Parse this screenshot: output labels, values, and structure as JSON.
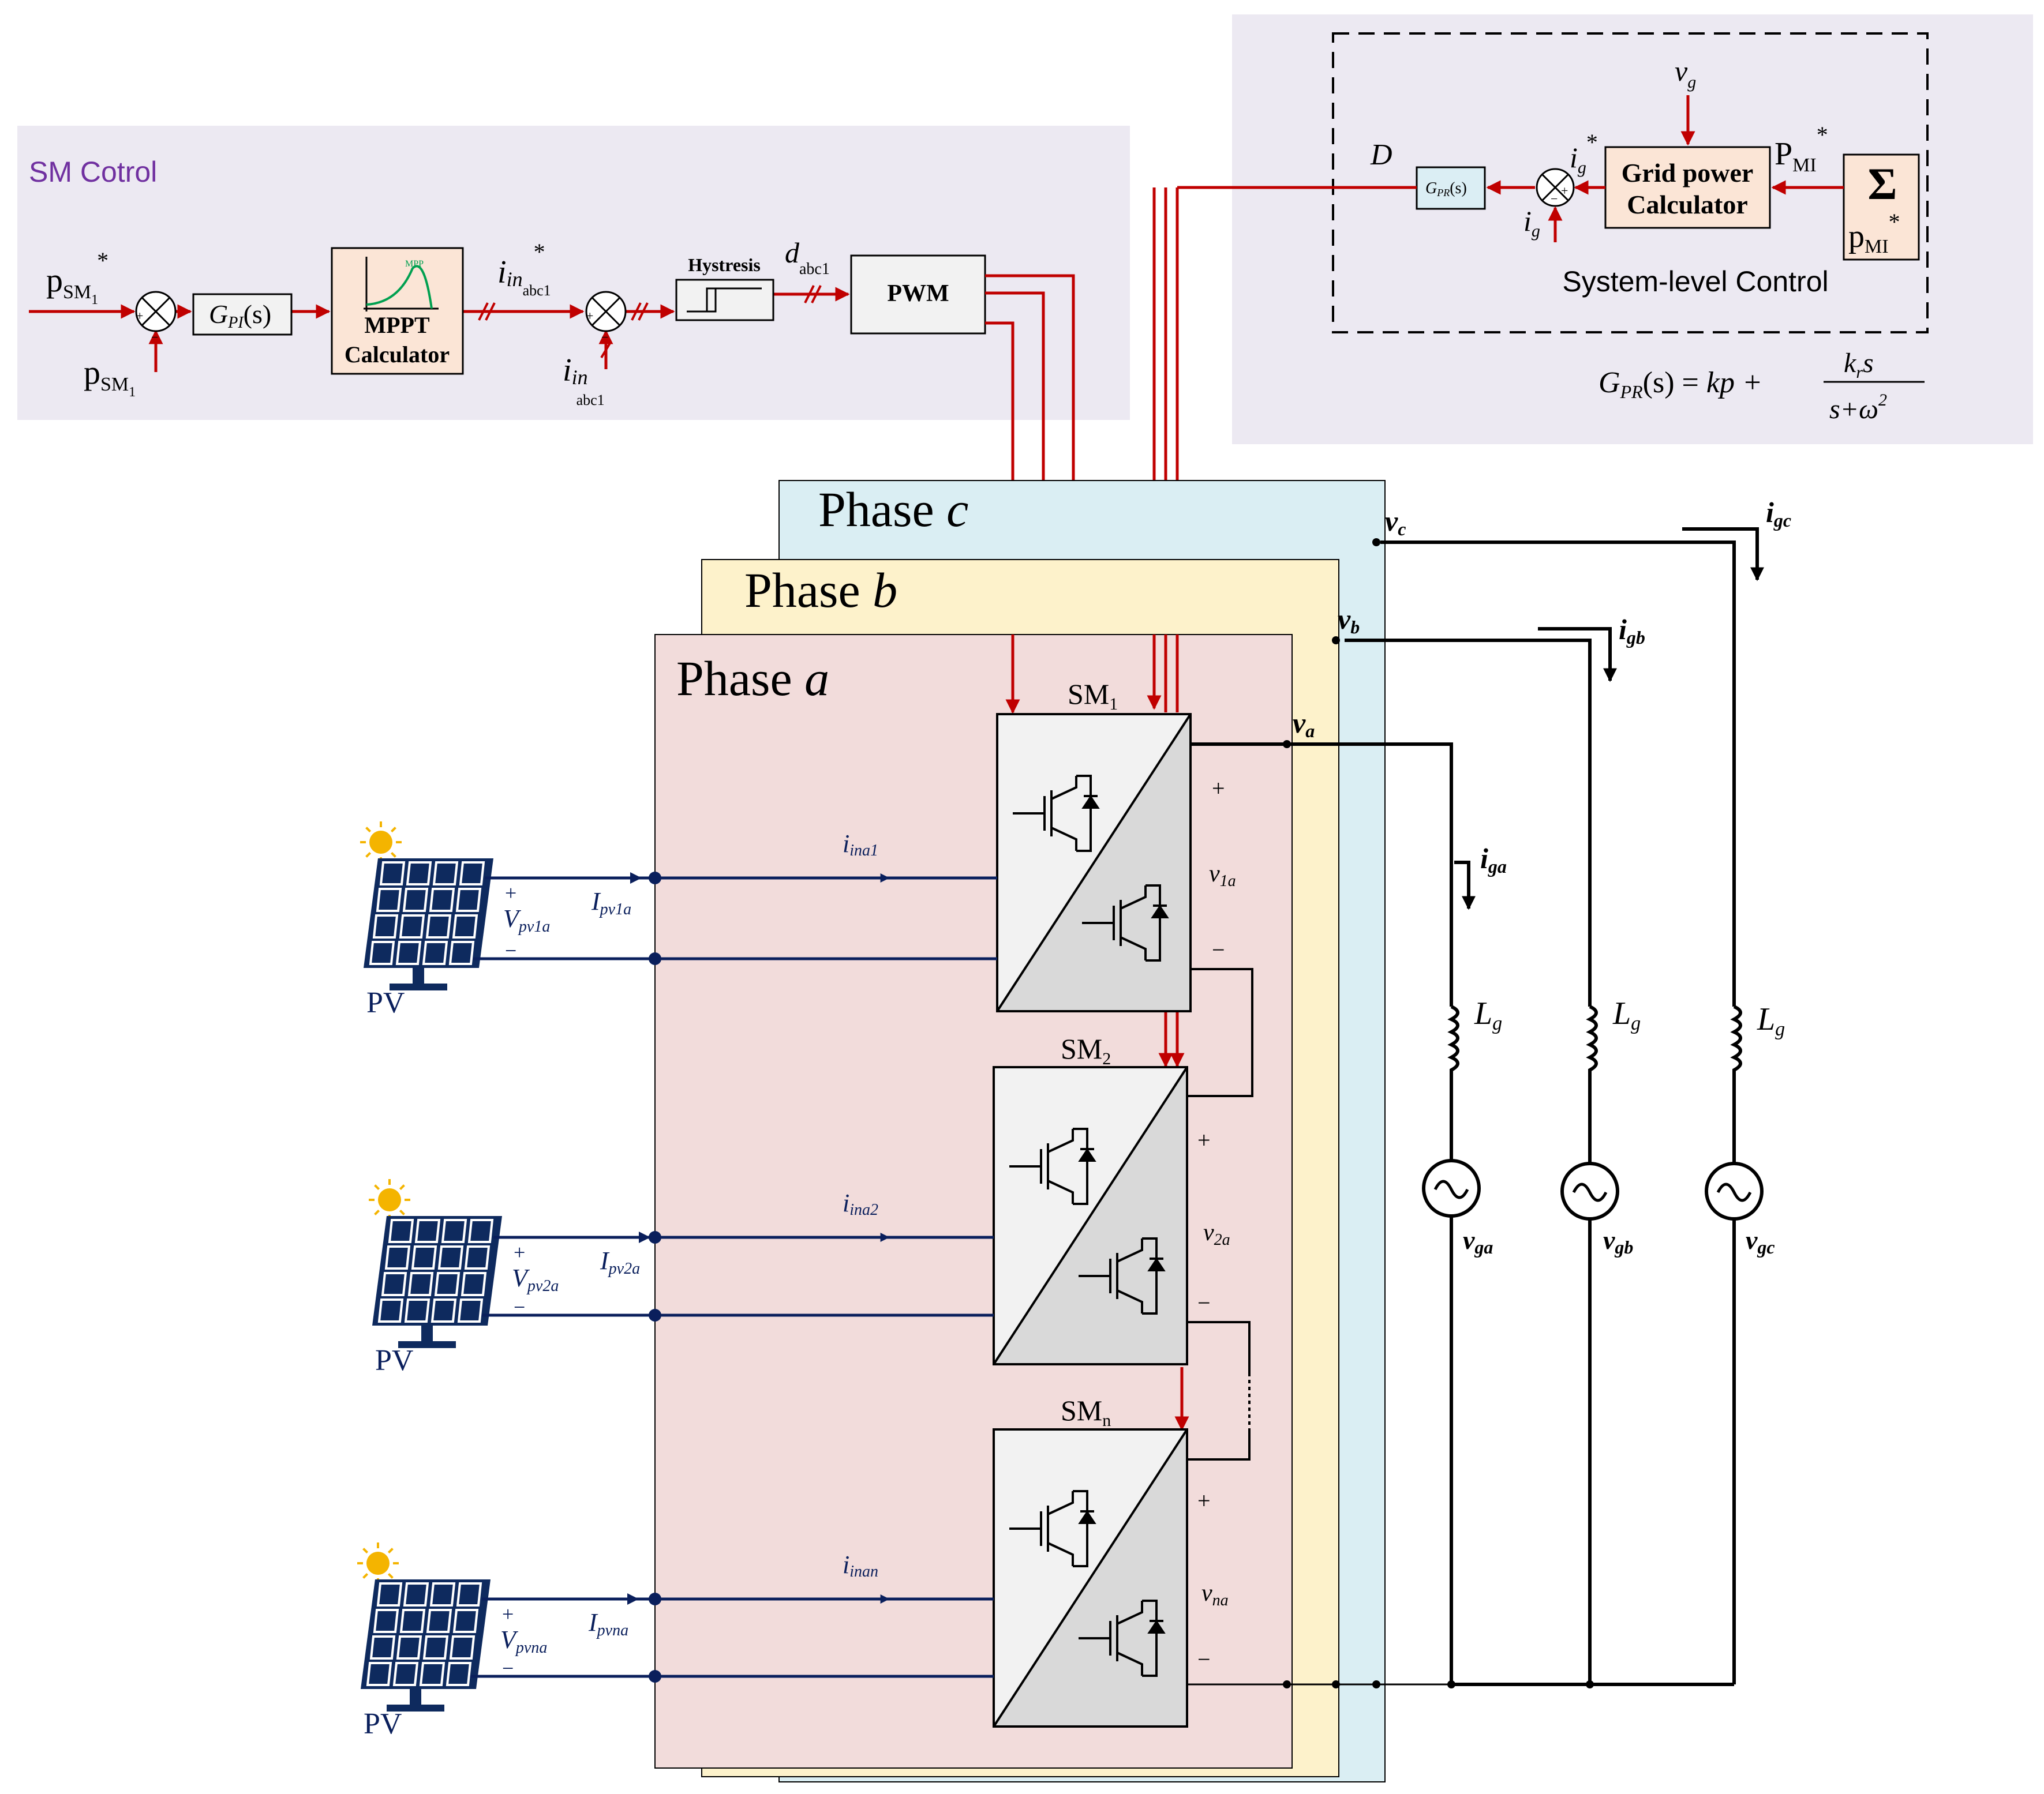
{
  "sm_control": {
    "title": "SM Cotrol",
    "p_ref": "p",
    "p_ref_sub": "SM",
    "p_ref_subsub": "1",
    "star": "*",
    "p_meas": "p",
    "p_meas_sub": "SM",
    "p_meas_subsub": "1",
    "gpi_G": "G",
    "gpi_sub": "PI",
    "gpi_s": "(s)",
    "mppt_line1": "MPPT",
    "mppt_line2": "Calculator",
    "mppt_plot_label": "MPP",
    "iin_ref": "i",
    "iin_ref_sub": "in",
    "iin_ref_subsub": "abc1",
    "iin_meas": "i",
    "iin_meas_sub": "in",
    "iin_meas_subsub": "abc1",
    "hysteresis": "Hystresis",
    "d": "d",
    "d_sub": "abc1",
    "pwm": "PWM",
    "plus": "+",
    "minus": "−"
  },
  "system_control": {
    "title": "System-level Control",
    "vg": "v",
    "vg_sub": "g",
    "D": "D",
    "gpr_block": "G",
    "gpr_block_sub": "PR",
    "gpr_block_s": "(s)",
    "ig_ref": "i",
    "ig_ref_sub": "g",
    "ig_ref_star": "*",
    "ig_meas": "i",
    "ig_meas_sub": "g",
    "grid_power_line1": "Grid power",
    "grid_power_line2": "Calculator",
    "pmi_ref": "P",
    "pmi_ref_sub": "MI",
    "pmi_ref_star": "*",
    "sigma": "Σ",
    "pmi": "p",
    "pmi_sub": "MI",
    "pmi_star": "*",
    "eq_lhs_G": "G",
    "eq_lhs_sub": "PR",
    "eq_lhs_s": "(s) = ",
    "eq_kp": "kp + ",
    "eq_num_k": "k",
    "eq_num_sub": "r",
    "eq_num_s": "s",
    "eq_den": "s+ω",
    "eq_den_sup": "2"
  },
  "phases": [
    {
      "label": "Phase ",
      "letter": "c"
    },
    {
      "label": "Phase ",
      "letter": "b"
    },
    {
      "label": "Phase ",
      "letter": "a"
    }
  ],
  "submodules": [
    {
      "name": "SM",
      "sub": "1",
      "v": "v",
      "v_sub": "1a",
      "plus": "+",
      "minus": "−"
    },
    {
      "name": "SM",
      "sub": "2",
      "v": "v",
      "v_sub": "2a",
      "plus": "+",
      "minus": "−"
    },
    {
      "name": "SM",
      "sub": "n",
      "v": "v",
      "v_sub": "na",
      "plus": "+",
      "minus": "−"
    }
  ],
  "pv_units": [
    {
      "label": "PV",
      "plus": "+",
      "minus": "−",
      "V": "V",
      "V_sub": "pv1a",
      "I": "I",
      "I_sub": "pv1a",
      "iin": "i",
      "iin_sub": "ina1"
    },
    {
      "label": "PV",
      "plus": "+",
      "minus": "−",
      "V": "V",
      "V_sub": "pv2a",
      "I": "I",
      "I_sub": "pv2a",
      "iin": "i",
      "iin_sub": "ina2"
    },
    {
      "label": "PV",
      "plus": "+",
      "minus": "−",
      "V": "V",
      "V_sub": "pvna",
      "I": "I",
      "I_sub": "pvna",
      "iin": "i",
      "iin_sub": "inan"
    }
  ],
  "grid": {
    "va": "v",
    "va_sub": "a",
    "vb": "v",
    "vb_sub": "b",
    "vc": "v",
    "vc_sub": "c",
    "iga": "i",
    "iga_sub": "ga",
    "igb": "i",
    "igb_sub": "gb",
    "igc": "i",
    "igc_sub": "gc",
    "L": "L",
    "L_sub": "g",
    "vga": "v",
    "vga_sub": "ga",
    "vgb": "v",
    "vgb_sub": "gb",
    "vgc": "v",
    "vgc_sub": "gc",
    "ac_symbol": "~"
  },
  "colors": {
    "control_bg": "#ece9f2",
    "phase_a": "#f2dcdb",
    "phase_b": "#fdf2cb",
    "phase_c": "#daeef3",
    "block_fill": "#fbe5d6",
    "gpr_fill": "#dbeef4",
    "signal": "#c00000",
    "pv_wire": "#0a1f5c",
    "pv_panel": "#0e2a5e",
    "sun": "#f4b400",
    "title_purple": "#7030a0"
  }
}
